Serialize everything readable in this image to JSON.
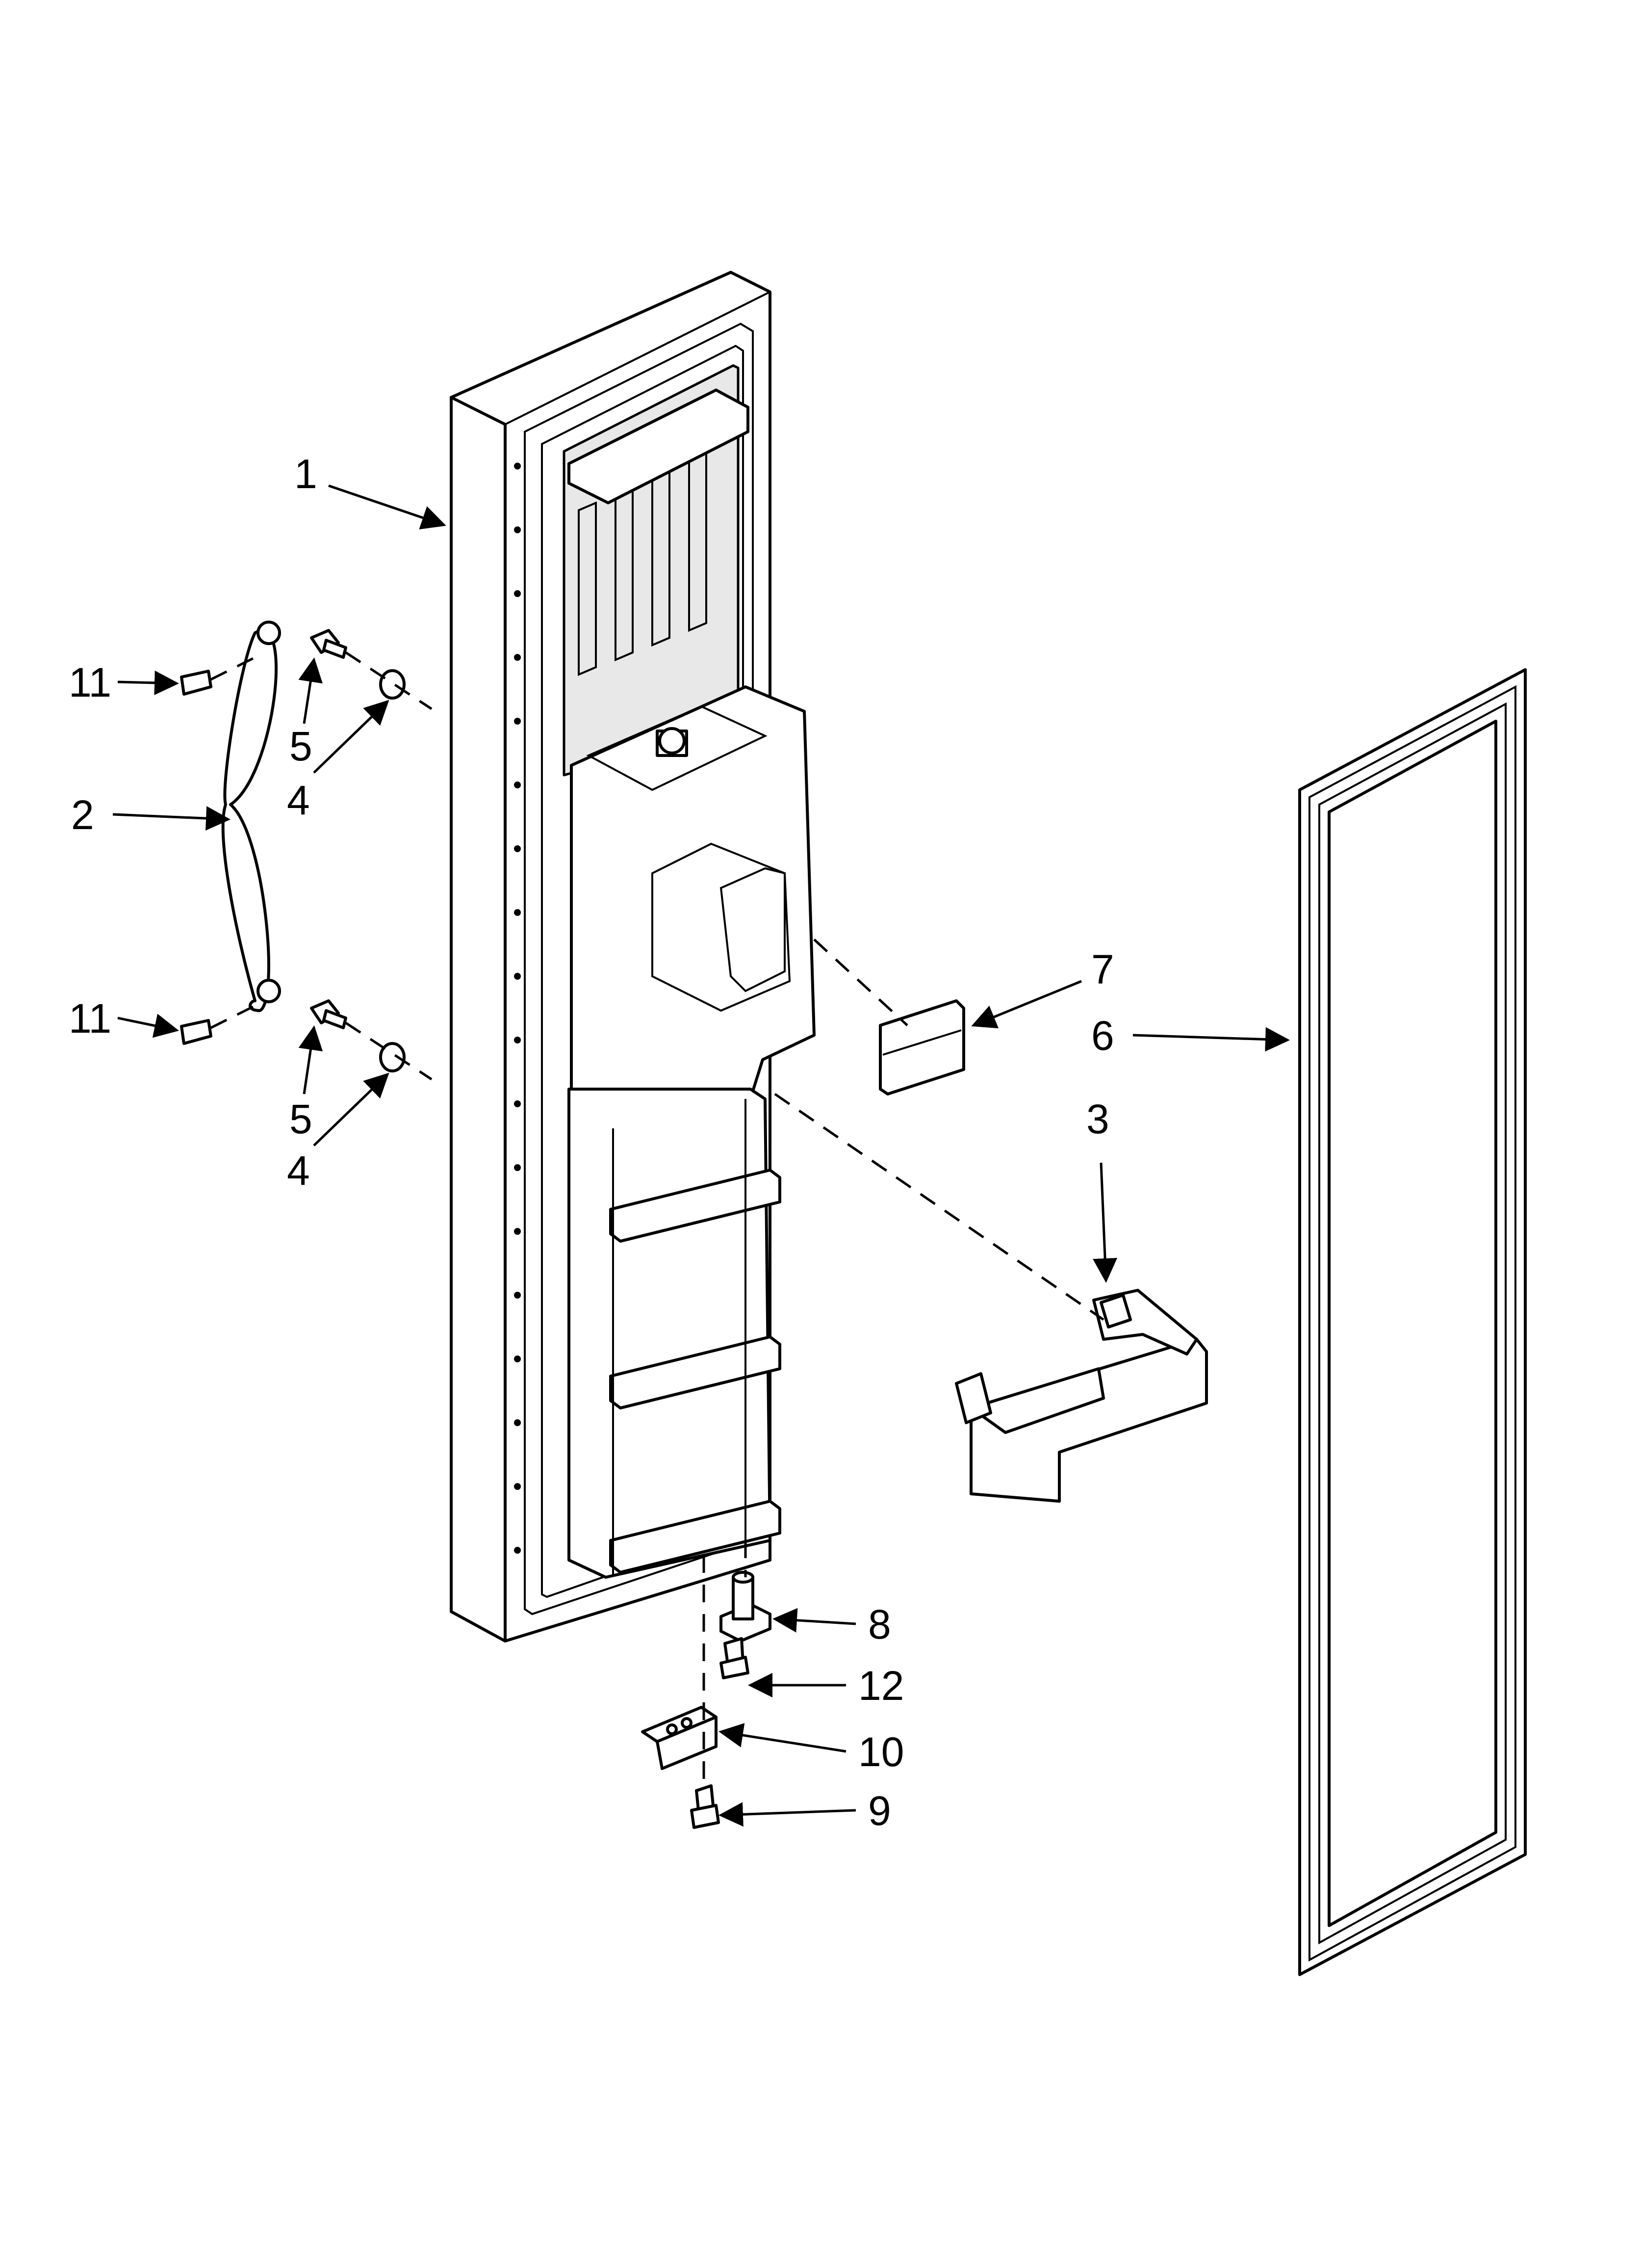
{
  "callouts": [
    {
      "id": "1",
      "text": "1"
    },
    {
      "id": "2",
      "text": "2"
    },
    {
      "id": "3",
      "text": "3"
    },
    {
      "id": "4a",
      "text": "4"
    },
    {
      "id": "4b",
      "text": "4"
    },
    {
      "id": "5a",
      "text": "5"
    },
    {
      "id": "5b",
      "text": "5"
    },
    {
      "id": "6",
      "text": "6"
    },
    {
      "id": "7",
      "text": "7"
    },
    {
      "id": "8",
      "text": "8"
    },
    {
      "id": "9",
      "text": "9"
    },
    {
      "id": "10",
      "text": "10"
    },
    {
      "id": "11a",
      "text": "11"
    },
    {
      "id": "11b",
      "text": "11"
    },
    {
      "id": "12",
      "text": "12"
    }
  ],
  "parts": [
    "door-assembly",
    "handle",
    "door-bin",
    "spacer",
    "screw",
    "door-gasket",
    "dispenser-trim",
    "hinge-pin",
    "hinge-screw",
    "hinge-bracket",
    "handle-plug",
    "pin-screw"
  ],
  "colors": {
    "line": "#000000",
    "background": "#ffffff",
    "shade": "#e8e8e8"
  }
}
